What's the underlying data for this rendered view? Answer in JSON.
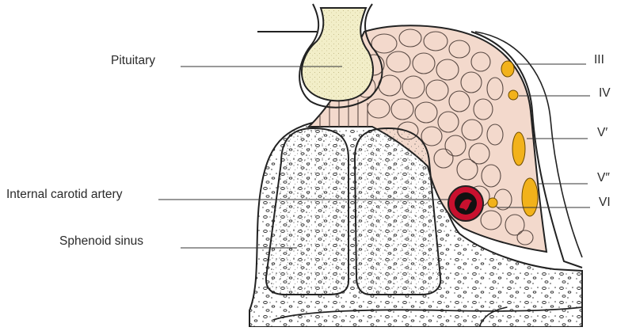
{
  "labels": {
    "pituitary": "Pituitary",
    "internal_carotid_artery": "Internal carotid artery",
    "sphenoid_sinus": "Sphenoid sinus",
    "nerve_iii": "III",
    "nerve_iv": "IV",
    "nerve_v1": "V′",
    "nerve_v2": "V″",
    "nerve_vi": "VI"
  },
  "colors": {
    "cavernous_sinus_fill": "#f3d9cc",
    "pituitary_fill": "#f2eec8",
    "nerve_fill": "#f2b21b",
    "artery_outer": "#c8102e",
    "artery_inner": "#111111",
    "line": "#222222"
  }
}
